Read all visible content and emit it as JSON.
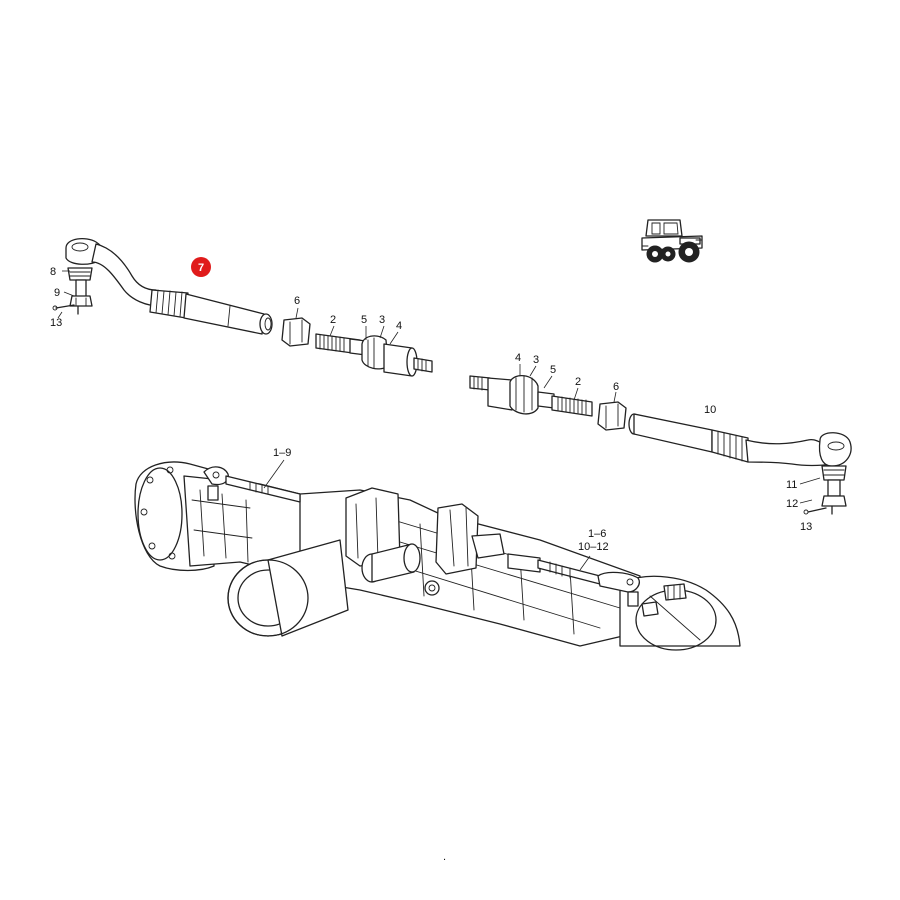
{
  "callouts": {
    "c8": "8",
    "c9": "9",
    "c13_left": "13",
    "c6_left": "6",
    "c2_left": "2",
    "c5_left": "5",
    "c3_left": "3",
    "c4_left": "4",
    "c4_right": "4",
    "c3_right": "3",
    "c5_right": "5",
    "c2_right": "2",
    "c6_right": "6",
    "c10": "10",
    "c11": "11",
    "c12": "12",
    "c13_right": "13",
    "c1_9": "1–9",
    "c1_6": "1–6",
    "c10_12": "10–12"
  },
  "highlight": {
    "label": "7",
    "color": "#e01b1b"
  },
  "footer_mark": "."
}
